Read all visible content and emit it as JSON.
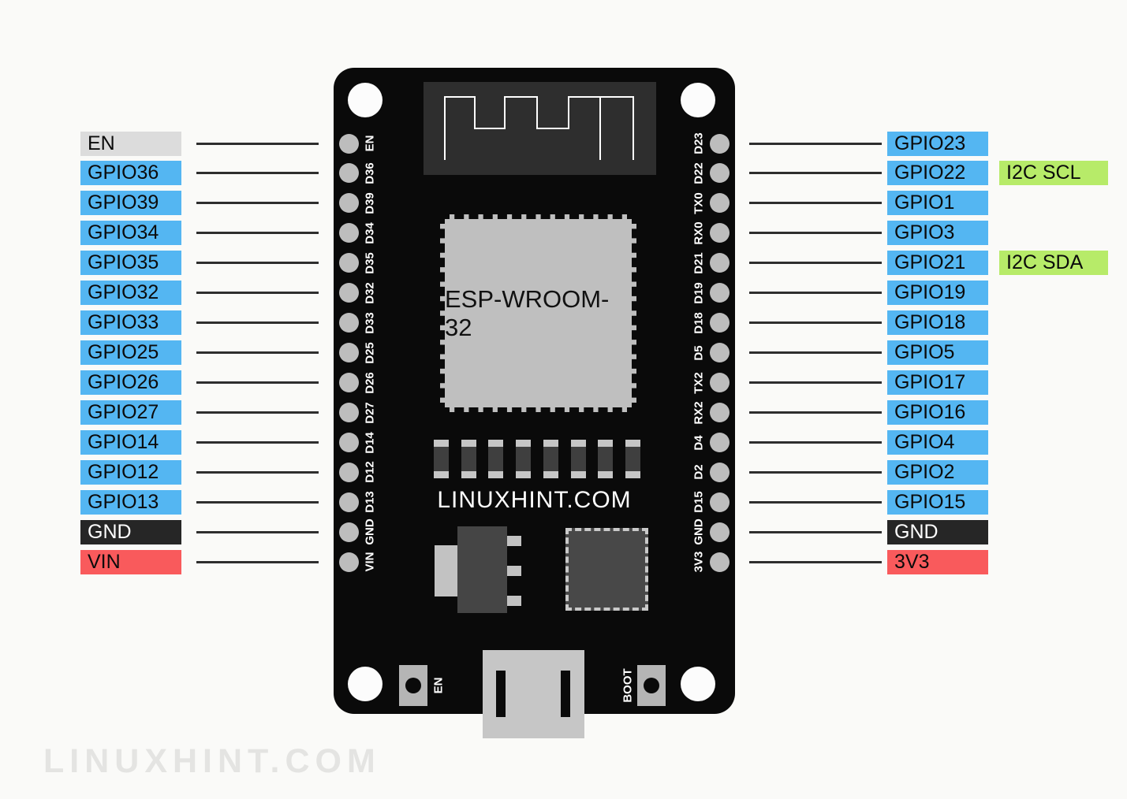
{
  "board": {
    "module_label": "ESP-WROOM-32",
    "silk_brand": "LINUXHINT.COM",
    "en_button_label": "EN",
    "boot_button_label": "BOOT"
  },
  "watermark": "LINUXHINT.COM",
  "pins": [
    {
      "left": {
        "label": "EN",
        "type": "en",
        "silk": "EN"
      },
      "right": {
        "label": "GPIO23",
        "type": "gpio",
        "silk": "D23",
        "bus": null
      }
    },
    {
      "left": {
        "label": "GPIO36",
        "type": "gpio",
        "silk": "D36"
      },
      "right": {
        "label": "GPIO22",
        "type": "gpio",
        "silk": "D22",
        "bus": "I2C SCL"
      }
    },
    {
      "left": {
        "label": "GPIO39",
        "type": "gpio",
        "silk": "D39"
      },
      "right": {
        "label": "GPIO1",
        "type": "gpio",
        "silk": "TX0",
        "bus": null
      }
    },
    {
      "left": {
        "label": "GPIO34",
        "type": "gpio",
        "silk": "D34"
      },
      "right": {
        "label": "GPIO3",
        "type": "gpio",
        "silk": "RX0",
        "bus": null
      }
    },
    {
      "left": {
        "label": "GPIO35",
        "type": "gpio",
        "silk": "D35"
      },
      "right": {
        "label": "GPIO21",
        "type": "gpio",
        "silk": "D21",
        "bus": "I2C SDA"
      }
    },
    {
      "left": {
        "label": "GPIO32",
        "type": "gpio",
        "silk": "D32"
      },
      "right": {
        "label": "GPIO19",
        "type": "gpio",
        "silk": "D19",
        "bus": null
      }
    },
    {
      "left": {
        "label": "GPIO33",
        "type": "gpio",
        "silk": "D33"
      },
      "right": {
        "label": "GPIO18",
        "type": "gpio",
        "silk": "D18",
        "bus": null
      }
    },
    {
      "left": {
        "label": "GPIO25",
        "type": "gpio",
        "silk": "D25"
      },
      "right": {
        "label": "GPIO5",
        "type": "gpio",
        "silk": "D5",
        "bus": null
      }
    },
    {
      "left": {
        "label": "GPIO26",
        "type": "gpio",
        "silk": "D26"
      },
      "right": {
        "label": "GPIO17",
        "type": "gpio",
        "silk": "TX2",
        "bus": null
      }
    },
    {
      "left": {
        "label": "GPIO27",
        "type": "gpio",
        "silk": "D27"
      },
      "right": {
        "label": "GPIO16",
        "type": "gpio",
        "silk": "RX2",
        "bus": null
      }
    },
    {
      "left": {
        "label": "GPIO14",
        "type": "gpio",
        "silk": "D14"
      },
      "right": {
        "label": "GPIO4",
        "type": "gpio",
        "silk": "D4",
        "bus": null
      }
    },
    {
      "left": {
        "label": "GPIO12",
        "type": "gpio",
        "silk": "D12"
      },
      "right": {
        "label": "GPIO2",
        "type": "gpio",
        "silk": "D2",
        "bus": null
      }
    },
    {
      "left": {
        "label": "GPIO13",
        "type": "gpio",
        "silk": "D13"
      },
      "right": {
        "label": "GPIO15",
        "type": "gpio",
        "silk": "D15",
        "bus": null
      }
    },
    {
      "left": {
        "label": "GND",
        "type": "ground",
        "silk": "GND"
      },
      "right": {
        "label": "GND",
        "type": "ground",
        "silk": "GND",
        "bus": null
      }
    },
    {
      "left": {
        "label": "VIN",
        "type": "power",
        "silk": "VIN"
      },
      "right": {
        "label": "3V3",
        "type": "power",
        "silk": "3V3",
        "bus": null
      }
    }
  ],
  "colors": {
    "background": "#FAFAF8",
    "board": "#0A0A0A",
    "gpio_badge": "#54B6F2",
    "power_badge": "#F95A5C",
    "ground_badge": "#262626",
    "en_badge": "#DCDCDC",
    "bus_badge": "#B7EB69",
    "pin_hole": "#BDBDBD",
    "silk_text": "#FFFFFF",
    "wire": "#2E2E2E",
    "watermark_text": "#E4E4E2"
  }
}
